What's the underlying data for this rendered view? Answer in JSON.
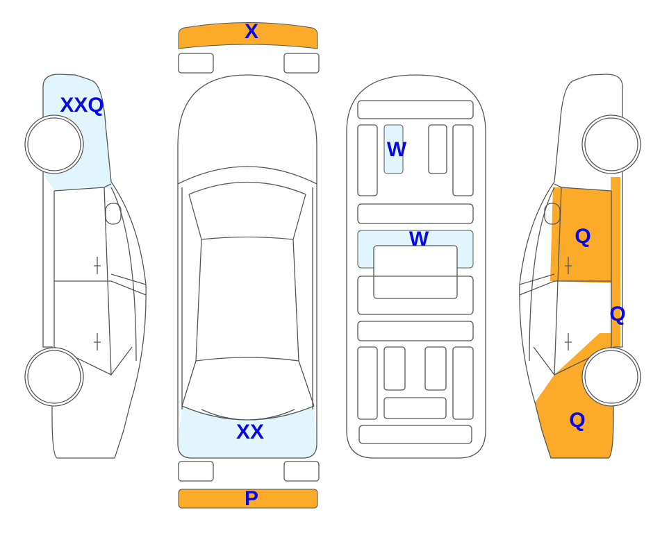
{
  "colors": {
    "damage_orange": "#FBAA2A",
    "damage_blue": "#E0F5FC",
    "label": "#0A0AE0",
    "outline": "#555555"
  },
  "labels": {
    "left_rear_quarter": "XXQ",
    "front_bumper": "X",
    "rear_window": "XX",
    "rear_bumper": "P",
    "interior_seat": "W",
    "interior_center": "W",
    "right_front_door": "Q",
    "right_rocker": "Q",
    "right_rear_quarter": "Q"
  }
}
